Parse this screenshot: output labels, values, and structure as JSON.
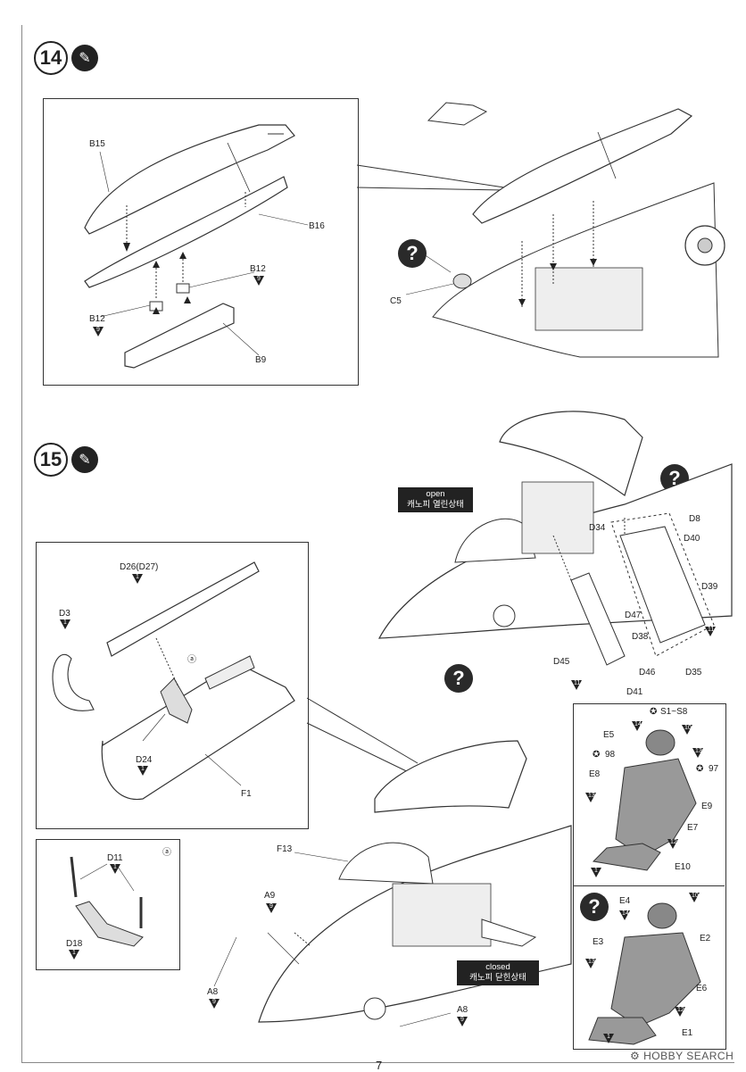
{
  "steps": [
    {
      "number": "14"
    },
    {
      "number": "15"
    }
  ],
  "step14_labels": {
    "b15": "B15",
    "b16": "B16",
    "b12_top": "B12",
    "b12_top_sub": "9",
    "b12_left": "B12",
    "b12_left_sub": "9",
    "b9": "B9",
    "c5": "C5"
  },
  "step15_labels": {
    "open_en": "open",
    "open_ko": "캐노피 열린상태",
    "closed_en": "closed",
    "closed_ko": "캐노피 닫힌상태",
    "d26": "D26(D27)",
    "d3": "D3",
    "d24": "D24",
    "f1": "F1",
    "circle_a": "ⓐ",
    "d11": "D11",
    "d18": "D18",
    "circle_a2": "ⓐ",
    "d8": "D8",
    "d34": "D34",
    "d40": "D40",
    "d39": "D39",
    "d47": "D47",
    "d38": "D38",
    "d45": "D45",
    "d46": "D46",
    "d35": "D35",
    "d41": "D41",
    "f13": "F13",
    "a9": "A9",
    "a9_sub": "9",
    "a8_left": "A8",
    "a8_left_sub": "9",
    "a8_right": "A8",
    "a8_right_sub": "9"
  },
  "crew_labels": {
    "s1_s8": "S1~S8",
    "e5": "E5",
    "n98": "98",
    "n97": "97",
    "e8": "E8",
    "e9": "E9",
    "e7": "E7",
    "e10": "E10",
    "e4": "E4",
    "e3": "E3",
    "e2": "E2",
    "e6": "E6",
    "e1": "E1"
  },
  "paint_codes": {
    "p1": "1",
    "p9": "9",
    "p11": "11",
    "p10": "10",
    "p12": "12",
    "p13": "13",
    "p14": "14"
  },
  "page_number": "7",
  "watermark": "HOBBY SEARCH"
}
